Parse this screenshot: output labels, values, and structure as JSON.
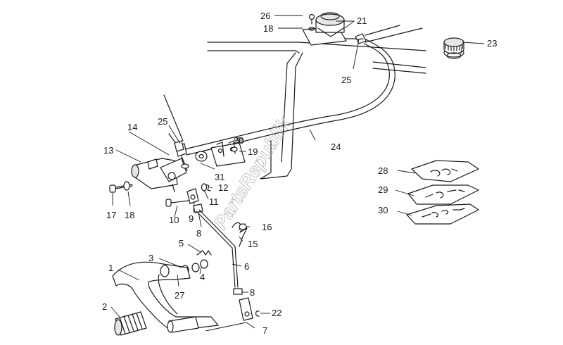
{
  "watermark": "PartsRepublik",
  "callouts": {
    "p1": "1",
    "p2": "2",
    "p3": "3",
    "p4": "4",
    "p5": "5",
    "p6": "6",
    "p7": "7",
    "p8a": "8",
    "p8b": "8",
    "p9": "9",
    "p10": "10",
    "p11": "11",
    "p12": "12",
    "p13": "13",
    "p14": "14",
    "p15": "15",
    "p16": "16",
    "p17": "17",
    "p18a": "18",
    "p18b": "18",
    "p19": "19",
    "p20": "20",
    "p21": "21",
    "p22": "22",
    "p23": "23",
    "p24": "24",
    "p25a": "25",
    "p25b": "25",
    "p26": "26",
    "p27": "27",
    "p28": "28",
    "p29": "29",
    "p30": "30",
    "p31": "31"
  },
  "colors": {
    "line": "#1a1a1a",
    "watermark": "#9a9a9a",
    "background": "#ffffff"
  }
}
